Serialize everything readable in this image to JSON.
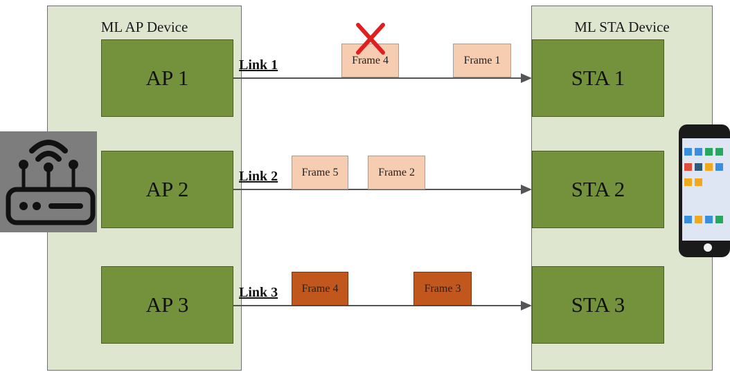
{
  "ap_device": {
    "title": "ML AP Device",
    "aps": [
      {
        "label": "AP 1"
      },
      {
        "label": "AP 2"
      },
      {
        "label": "AP 3"
      }
    ]
  },
  "sta_device": {
    "title": "ML STA Device",
    "stas": [
      {
        "label": "STA 1"
      },
      {
        "label": "STA 2"
      },
      {
        "label": "STA 3"
      }
    ]
  },
  "links": [
    {
      "label": "Link 1",
      "frames": [
        {
          "label": "Frame 4",
          "style": "light",
          "dropped": true
        },
        {
          "label": "Frame 1",
          "style": "light"
        }
      ]
    },
    {
      "label": "Link 2",
      "frames": [
        {
          "label": "Frame 5",
          "style": "light"
        },
        {
          "label": "Frame 2",
          "style": "light"
        }
      ]
    },
    {
      "label": "Link 3",
      "frames": [
        {
          "label": "Frame 4",
          "style": "dark"
        },
        {
          "label": "Frame 3",
          "style": "dark"
        }
      ]
    }
  ],
  "icons": {
    "access_point": "router-icon",
    "station": "smartphone-icon",
    "drop": "red-x-icon"
  },
  "colors": {
    "panel_fill": "#dfe6cf",
    "node_fill": "#74913c",
    "frame_light": "#f7cdb1",
    "frame_dark": "#c2571e",
    "drop_mark": "#e02020"
  }
}
